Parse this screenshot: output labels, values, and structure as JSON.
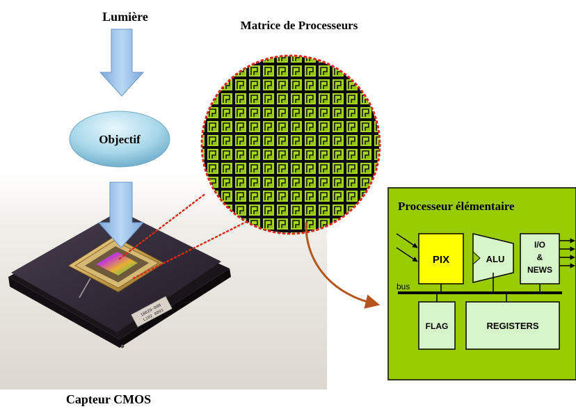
{
  "labels": {
    "light": "Lumière",
    "lens": "Objectif",
    "matrix": "Matrice de Processeurs",
    "sensor": "Capteur CMOS",
    "pe_title": "Processeur élémentaire"
  },
  "chip_marking": {
    "line1": "18629-008",
    "line2": "L102 0891"
  },
  "pe_blocks": {
    "pix": "PIX",
    "alu": "ALU",
    "io_line1": "I/O",
    "io_line2": "&",
    "io_line3": "NEWS",
    "bus": "bus",
    "flag": "FLAG",
    "registers": "REGISTERS"
  },
  "colors": {
    "arrow_blue": "#9cc3ec",
    "lens": "#a7d7ea",
    "pe_background": "#99cc00",
    "pix": "#ffff00",
    "block_fill": "#d6f5c8",
    "grid_cell": "#a6d61e",
    "magnifier_dots": "#d92a1c",
    "curve_arrow": "#b5541c"
  }
}
